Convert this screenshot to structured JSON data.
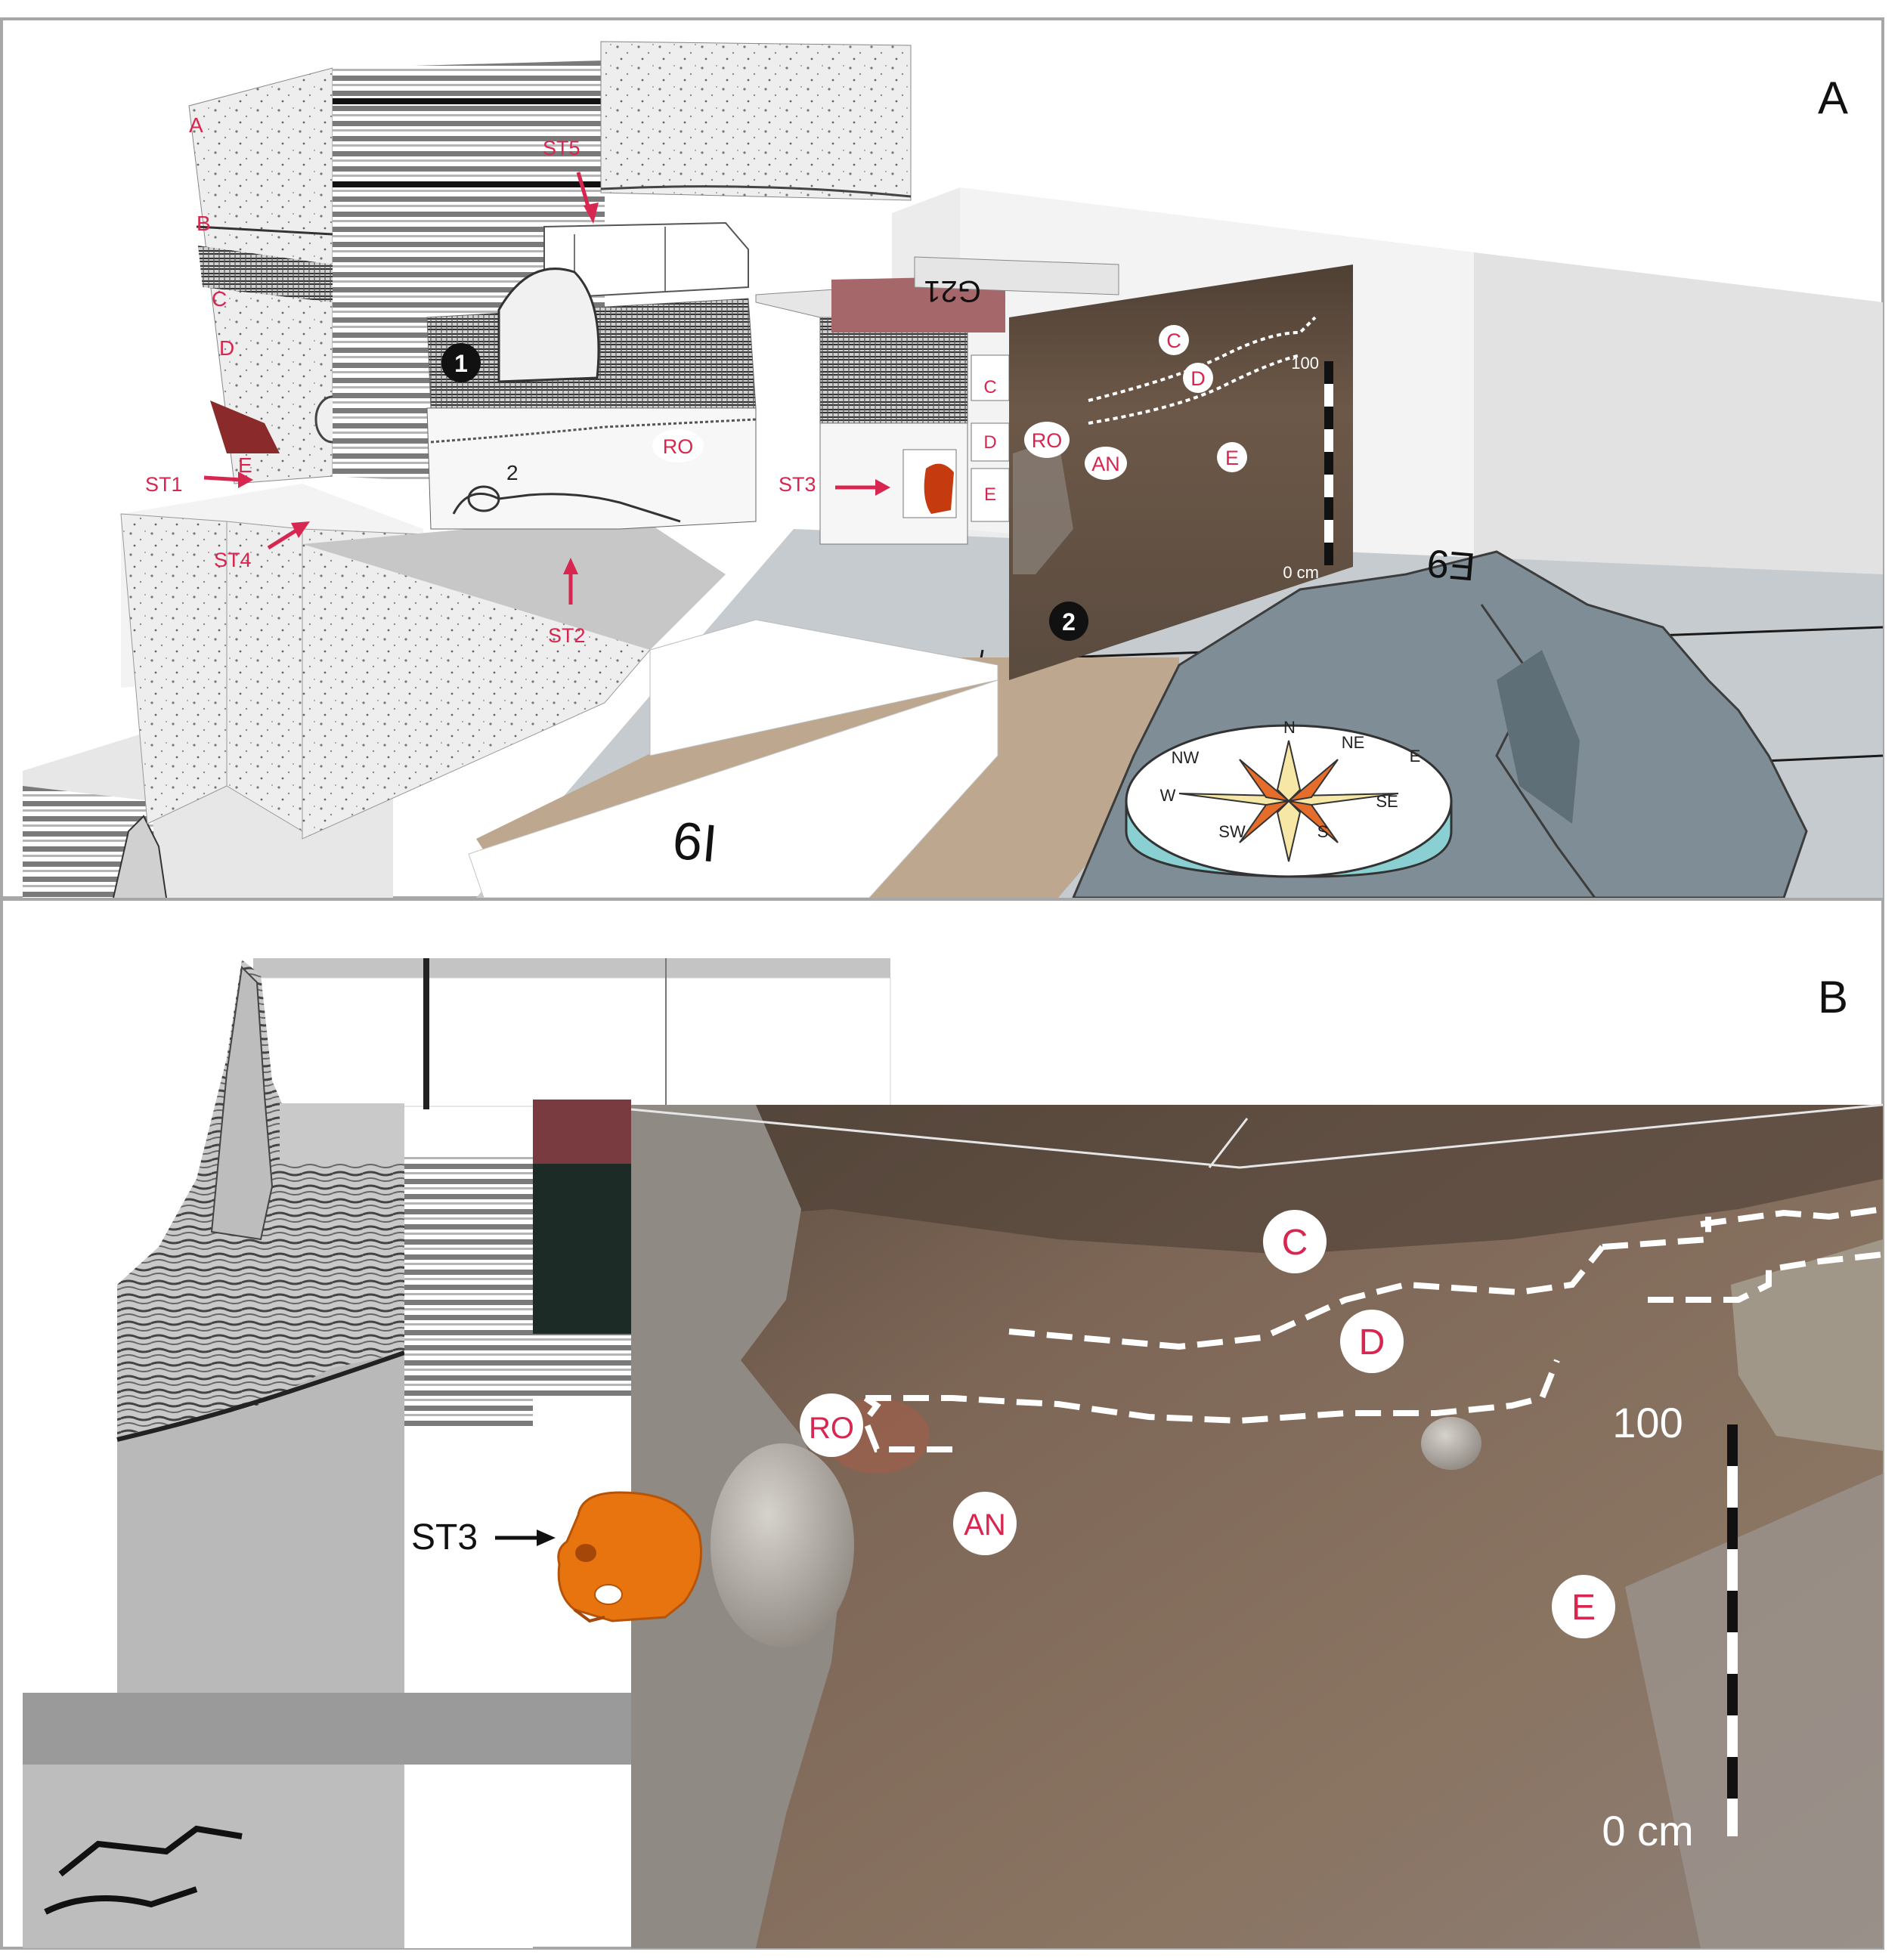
{
  "panels": {
    "a": {
      "letter": "A",
      "layers_left": [
        "A",
        "B",
        "C",
        "D",
        "E"
      ],
      "layers_mid": [
        "C",
        "D",
        "E"
      ],
      "structures": [
        "ST1",
        "ST2",
        "ST3",
        "ST4",
        "ST5"
      ],
      "section_markers": [
        "1",
        "2"
      ],
      "ro": "RO",
      "burial_number": "2",
      "photo_labels": {
        "c": "C",
        "d": "D",
        "ro": "RO",
        "an": "AN",
        "e": "E"
      },
      "scale": {
        "top": "100",
        "bottom": "0 cm"
      },
      "grid": {
        "square_i9": "I9",
        "square_e9": "E9",
        "square_g21": "G21"
      },
      "compass": [
        "N",
        "NE",
        "E",
        "SE",
        "S",
        "SW",
        "W",
        "NW"
      ]
    },
    "b": {
      "letter": "B",
      "st3": "ST3",
      "labels": {
        "c": "C",
        "d": "D",
        "ro": "RO",
        "an": "AN",
        "e": "E"
      },
      "scale": {
        "top": "100",
        "bottom": "0 cm"
      }
    }
  },
  "colors": {
    "label_red": "#d7264f",
    "skull_orange": "#e8740f",
    "soil": "#7a6656",
    "frame": "#a7a7a7"
  }
}
